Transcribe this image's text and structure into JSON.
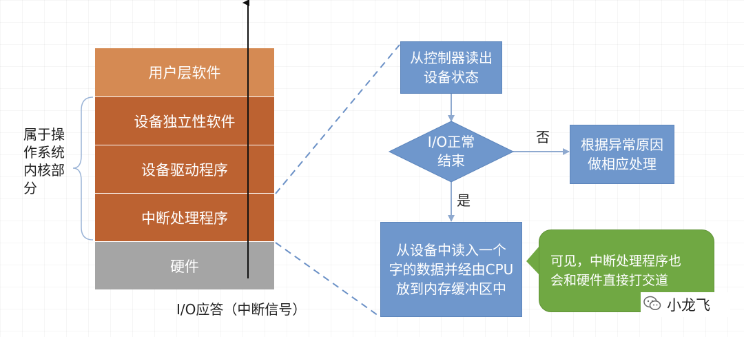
{
  "layers": [
    {
      "label": "用户层软件",
      "color": "#d58a53"
    },
    {
      "label": "设备独立性软件",
      "color": "#bc6231"
    },
    {
      "label": "设备驱动程序",
      "color": "#bc6231"
    },
    {
      "label": "中断处理程序",
      "color": "#bc6231"
    },
    {
      "label": "硬件",
      "color": "#a5a5a5"
    }
  ],
  "kernel_label": "属于操\n作系统\n内核部\n分",
  "io_response_label": "I/O应答（中断信号）",
  "flow": {
    "read_status": "从控制器读出\n设备状态",
    "decision": "I/O正常\n结束",
    "no_label": "否",
    "yes_label": "是",
    "error_handling": "根据异常原因\n做相应处理",
    "read_data": "从设备中读入一个\n字的数据并经由CPU\n放到内存缓冲区中"
  },
  "note": "可见，中断处理程序也\n会和硬件直接打交道",
  "watermark": {
    "text": "小龙飞",
    "icon": "wechat-icon"
  },
  "colors": {
    "box": "#6f97cc",
    "note": "#70a843",
    "arrow": "#8ea9cf",
    "dashed": "#6a90c6"
  }
}
